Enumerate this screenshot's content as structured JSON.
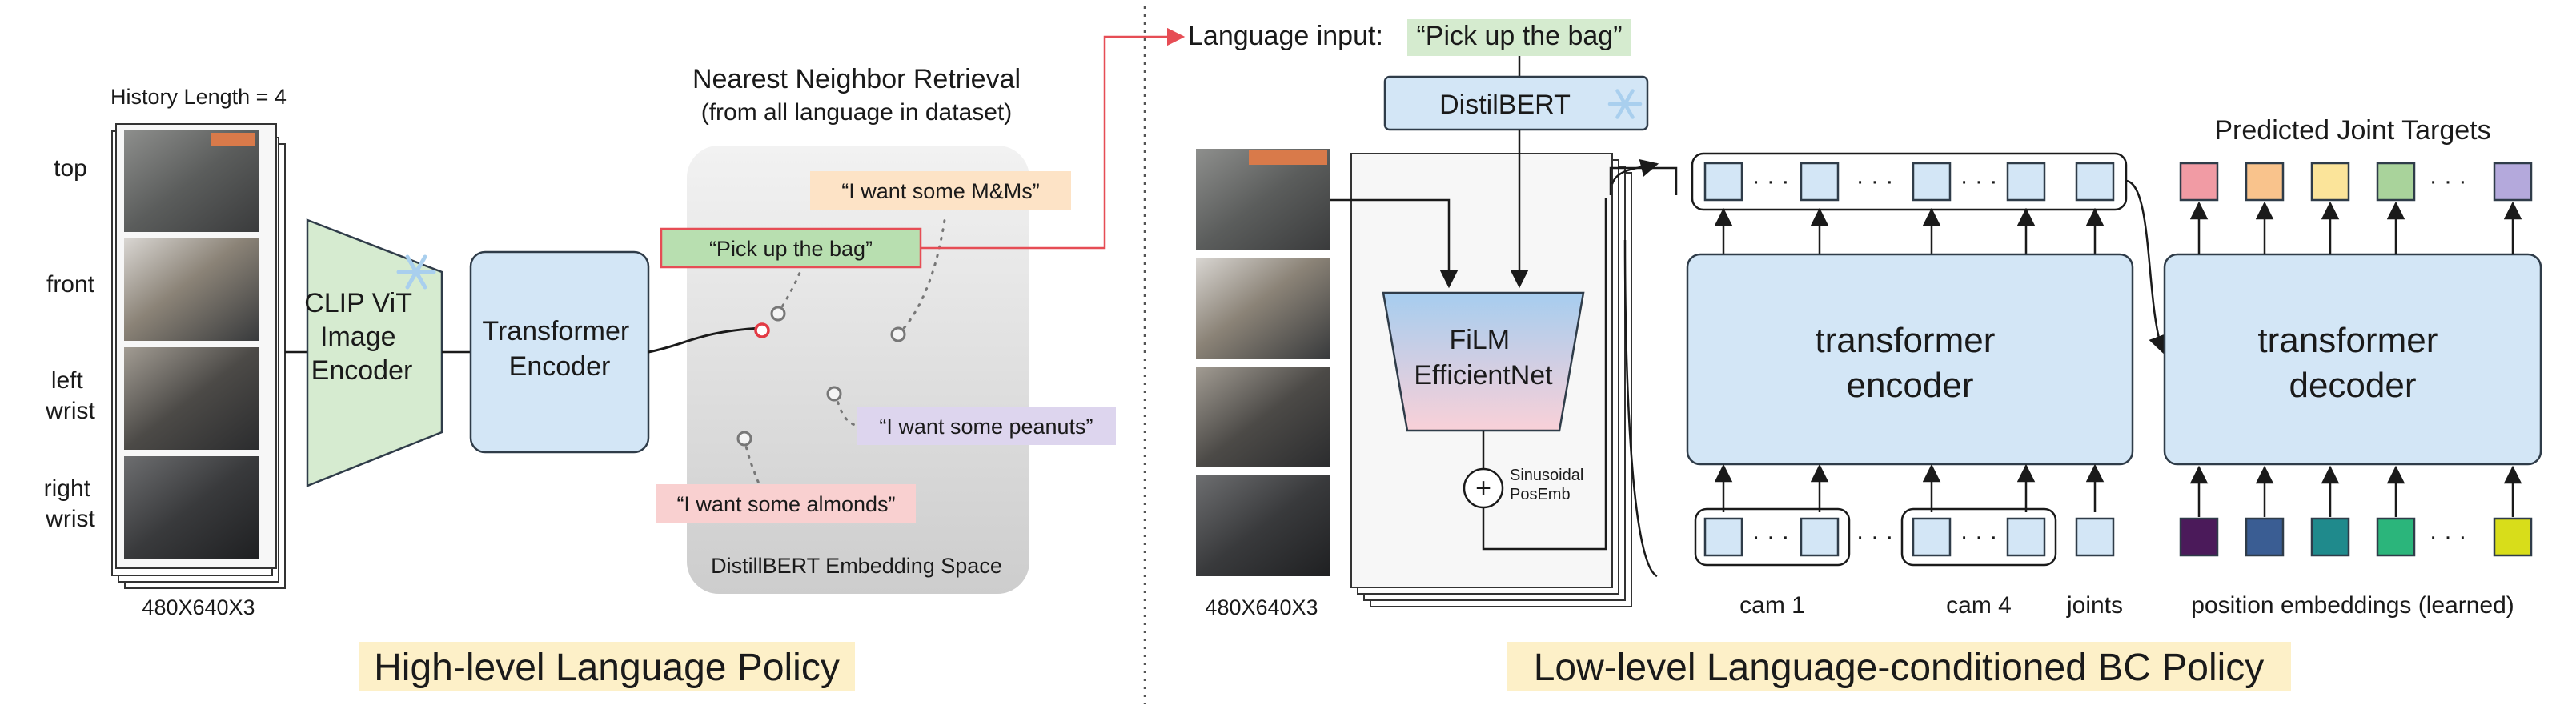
{
  "colors": {
    "block_blue": "#d3e6f6",
    "block_blue_border": "#2f3c49",
    "clip_green": "#d5ebcf",
    "highlight_yellow": "#fdf0c8",
    "embedding_space_top": "#f1f1f1",
    "embedding_space_bottom": "#cfcfcf",
    "pick_bag_fill": "#b8dfb0",
    "mms_fill": "#fde3c6",
    "peanuts_fill": "#ddd5ee",
    "almonds_fill": "#f9d0d0",
    "link_red": "#e64d55",
    "film_top": "#a8cff0",
    "film_bottom": "#f8cfd7",
    "snowflake": "#a9cfee"
  },
  "left": {
    "history_label": "History Length = 4",
    "camera_labels": [
      [
        "top"
      ],
      [
        "front"
      ],
      [
        "left",
        "wrist"
      ],
      [
        "right",
        "wrist"
      ]
    ],
    "input_size": "480X640X3",
    "clip_label": [
      "CLIP ViT",
      "Image",
      "Encoder"
    ],
    "transformer_label": [
      "Transformer",
      "Encoder"
    ],
    "retrieval_title": "Nearest Neighbor Retrieval",
    "retrieval_subtitle": "(from all language in dataset)",
    "embedding_space_label": "DistillBERT Embedding Space",
    "phrases": {
      "pick_bag": "“Pick up the bag”",
      "mms": "“I want some M&Ms”",
      "peanuts": "“I want some peanuts”",
      "almonds": "“I want some almonds”"
    },
    "section_title": "High-level Language Policy"
  },
  "right": {
    "language_input_label": "Language input:",
    "language_input_value": "“Pick up the bag”",
    "distilbert_label": "DistilBERT",
    "film_label": [
      "FiLM",
      "EfficientNet"
    ],
    "posemb_label": [
      "Sinusoidal",
      "PosEmb"
    ],
    "plus_symbol": "+",
    "input_size": "480X640X3",
    "encoder_label": [
      "transformer",
      "encoder"
    ],
    "decoder_label": [
      "transformer",
      "decoder"
    ],
    "predicted_targets_label": "Predicted Joint Targets",
    "ellipsis": "· · ·",
    "cam1_label": "cam 1",
    "cam4_label": "cam 4",
    "joints_label": "joints",
    "position_embeddings_label": "position embeddings (learned)",
    "target_colors": [
      "#f19ba4",
      "#f9c38c",
      "#fbe49a",
      "#a9d39b",
      "#b4a9dc"
    ],
    "posemb_colors": [
      "#4b1a5a",
      "#3a5d93",
      "#1f8a8c",
      "#2bb57b",
      "#d8dd1a"
    ],
    "section_title": "Low-level Language-conditioned BC Policy"
  }
}
